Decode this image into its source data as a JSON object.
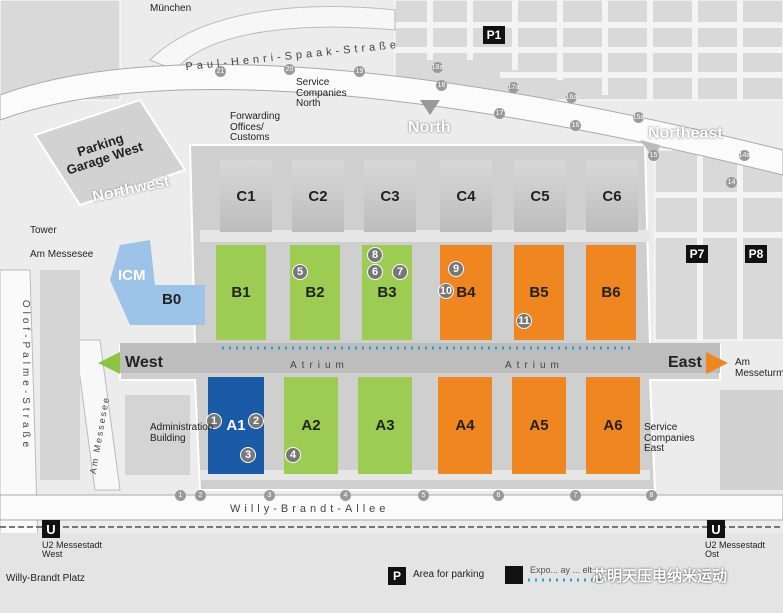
{
  "roads": {
    "north_street": "Paul-Henri-Spaak-Straße",
    "south_street": "Willy-Brandt-Allee",
    "west_street": "Olof-Palme-Straße",
    "am_messesee_road": "Am Messesee",
    "am_messesee_label": "Am Messesee",
    "to_munich": "München",
    "am_messeturm": "Am Messeturm",
    "willy_brandt_platz": "Willy-Brandt Platz"
  },
  "entrances": {
    "north": "North",
    "northeast": "Northeast",
    "northwest": "Northwest",
    "west": "West",
    "east": "East"
  },
  "buildings": {
    "parking_garage_west": "Parking Garage West",
    "forwarding_offices": "Forwarding Offices/ Customs",
    "service_companies_north": "Service Companies North",
    "service_companies_east": "Service Companies East",
    "administration_building": "Administration Building",
    "tower": "Tower",
    "atrium_left": "Atrium",
    "atrium_right": "Atrium"
  },
  "halls": {
    "row_c": [
      "C1",
      "C2",
      "C3",
      "C4",
      "C5",
      "C6"
    ],
    "row_b": [
      "B1",
      "B2",
      "B3",
      "B4",
      "B5",
      "B6"
    ],
    "row_a": [
      "A1",
      "A2",
      "A3",
      "A4",
      "A5",
      "A6"
    ],
    "icm": "ICM",
    "b0": "B0"
  },
  "pins": [
    "1",
    "2",
    "3",
    "4",
    "5",
    "6",
    "7",
    "8",
    "9",
    "10",
    "11"
  ],
  "gates_north": [
    "21",
    "20",
    "19",
    "18a",
    "18",
    "17",
    "17a",
    "16",
    "16a",
    "15a",
    "15",
    "14a",
    "14"
  ],
  "gates_south": [
    "1",
    "2",
    "3",
    "4",
    "5",
    "6",
    "7",
    "8"
  ],
  "parking": [
    "P1",
    "P7",
    "P8"
  ],
  "ubahn": {
    "west_symbol": "U",
    "west_label": "U2 Messestadt West",
    "east_symbol": "U",
    "east_label": "U2 Messestadt Ost"
  },
  "legend": {
    "parking_symbol": "P",
    "parking_text": "Area for parking",
    "expo_text": "Expo... ay ... elt",
    "watermark": "芯明天压电纳米运动"
  },
  "colors": {
    "green_halls": "#9ccc52",
    "orange_halls": "#f0861f",
    "blue_hall": "#1a5aa6",
    "light_blue_hall": "#9ec3e8",
    "west_arrow": "#8cc63f",
    "east_arrow": "#f0861f"
  }
}
